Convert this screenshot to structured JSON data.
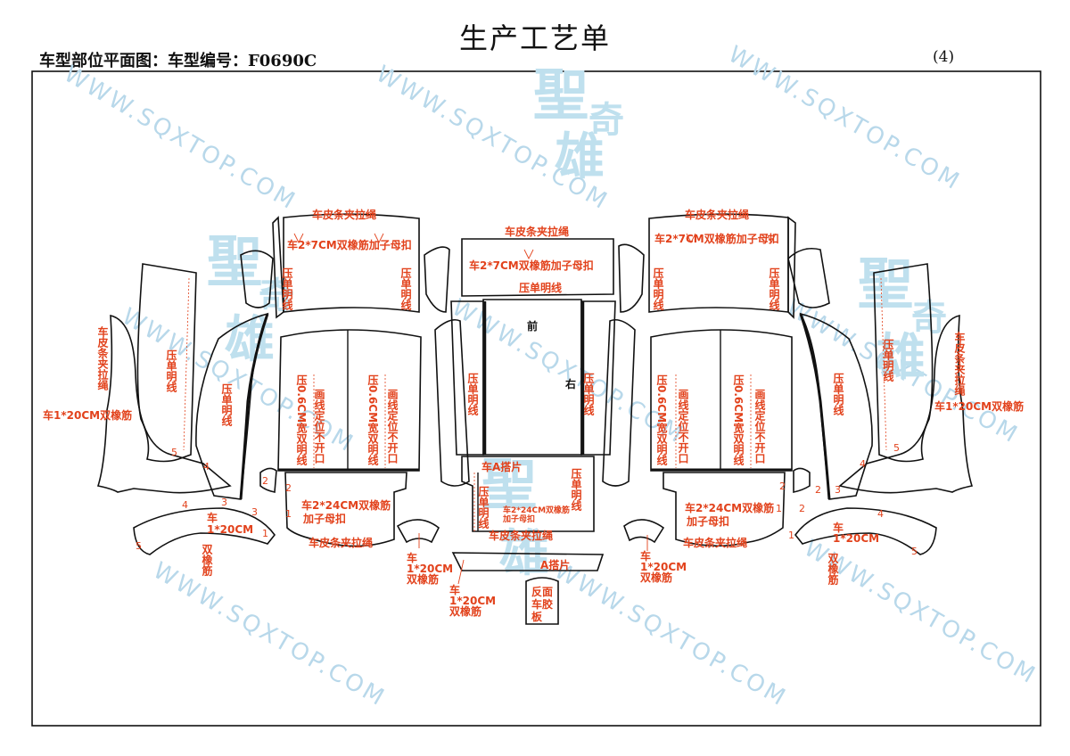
{
  "header": {
    "title": "生产工艺单",
    "subtitle": "车型部位平面图：车型编号：F0690C",
    "page_no": "(4)"
  },
  "watermark": {
    "text": "WWW.SQXTOP.COM",
    "logo_chars": [
      "聖",
      "奇",
      "雄"
    ]
  },
  "labels": {
    "leather_drawstring": "车皮条夹拉绳",
    "elastic_7cm_snap": "车2*7CM双橡筋加子母扣",
    "single_topstitch": "压单明线",
    "elastic_20cm_1": "车1*20CM双橡筋",
    "double_topstitch_06": "压0.6CM宽双明线",
    "positioning_no_open": "画线定位不开口",
    "elastic_24cm_a": "车2*24CM双橡筋",
    "elastic_24cm_b": "加子母扣",
    "a_tab": "车A搭片",
    "a_tab_plain": "A搭片",
    "elastic_24cm_small": "车2*24CM双橡筋",
    "snap_small": "加子母扣",
    "reverse_glue_a": "反面",
    "reverse_glue_b": "车胶",
    "reverse_glue_c": "板",
    "front": "前",
    "right": "右",
    "car_prefix": "车",
    "elastic_20cm_value": "1*20CM",
    "elastic_double": "双橡筋"
  },
  "numbers": [
    "1",
    "2",
    "3",
    "4",
    "5"
  ],
  "colors": {
    "annotation": "#e2421c",
    "outline": "#111111",
    "watermark": "#b8d8ea"
  }
}
